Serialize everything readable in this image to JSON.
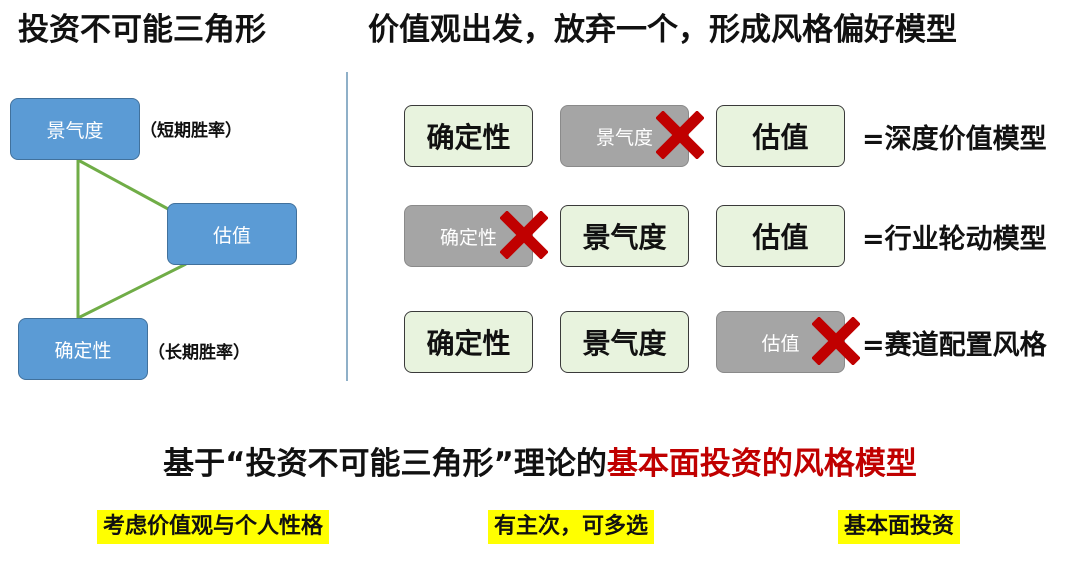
{
  "header": {
    "left_title": "投资不可能三角形",
    "right_title": "价值观出发，放弃一个，形成风格偏好模型"
  },
  "triangle": {
    "nodes": {
      "sentiment": "景气度",
      "valuation": "估值",
      "certainty": "确定性"
    },
    "notes": {
      "sentiment": "（短期胜率）",
      "certainty": "（长期胜率）"
    },
    "edge_color": "#70ad47",
    "node_color": "#5b9bd5"
  },
  "models": [
    {
      "items": [
        {
          "label": "确定性",
          "dropped": false
        },
        {
          "label": "景气度",
          "dropped": true
        },
        {
          "label": "估值",
          "dropped": false
        }
      ],
      "result": "=深度价值模型"
    },
    {
      "items": [
        {
          "label": "确定性",
          "dropped": true
        },
        {
          "label": "景气度",
          "dropped": false
        },
        {
          "label": "估值",
          "dropped": false
        }
      ],
      "result": "=行业轮动模型"
    },
    {
      "items": [
        {
          "label": "确定性",
          "dropped": false
        },
        {
          "label": "景气度",
          "dropped": false
        },
        {
          "label": "估值",
          "dropped": true
        }
      ],
      "result": "=赛道配置风格"
    }
  ],
  "summary": {
    "prefix": "基于“投资不可能三角形”理论的",
    "highlight": "基本面投资的风格模型"
  },
  "tags": [
    "考虑价值观与个人性格",
    "有主次，可多选",
    "基本面投资"
  ],
  "colors": {
    "kept_fill": "#e8f3de",
    "dropped_fill": "#a5a5a5",
    "x_mark": "#c00000",
    "highlight_text": "#c00000",
    "tag_background": "#ffff00"
  }
}
